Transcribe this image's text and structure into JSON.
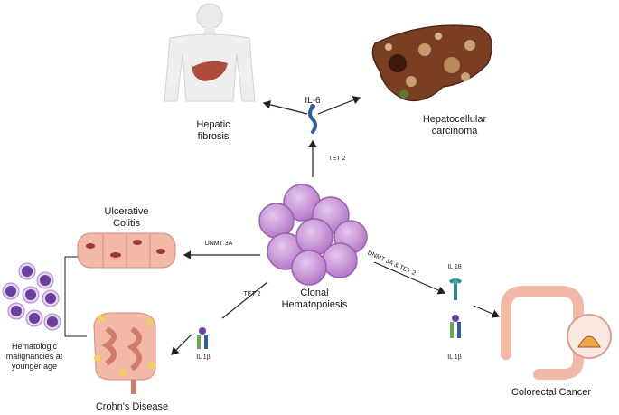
{
  "labels": {
    "hepatic_fibrosis": "Hepatic\nfibrosis",
    "hepatocellular_carcinoma": "Hepatocellular\ncarcinoma",
    "il6": "IL-6",
    "tet2_top": "TET 2",
    "ulcerative_colitis": "Ulcerative\nColitis",
    "dnmt3a": "DNMT 3A",
    "clonal_hematopoiesis": "Clonal\nHematopoiesis",
    "dnmt3a_tet2": "DNMT 3A & TET 2",
    "il18": "IL 18",
    "il1b_right": "IL 1β",
    "colorectal_cancer": "Colorectal Cancer",
    "tet2_lower": "TET 2",
    "il1b_left": "IL 1β",
    "crohns_disease": "Crohn's Disease",
    "hematologic_malignancies": "Hematologic\nmalignancies at\nyounger age"
  },
  "colors": {
    "cluster_fill": "#c79ad6",
    "cluster_stroke": "#9a5fb0",
    "liver_brown": "#7a3f22",
    "colon_pink": "#f2b8a8",
    "cell_purple": "#6b3fa0",
    "arrow": "#222222"
  }
}
